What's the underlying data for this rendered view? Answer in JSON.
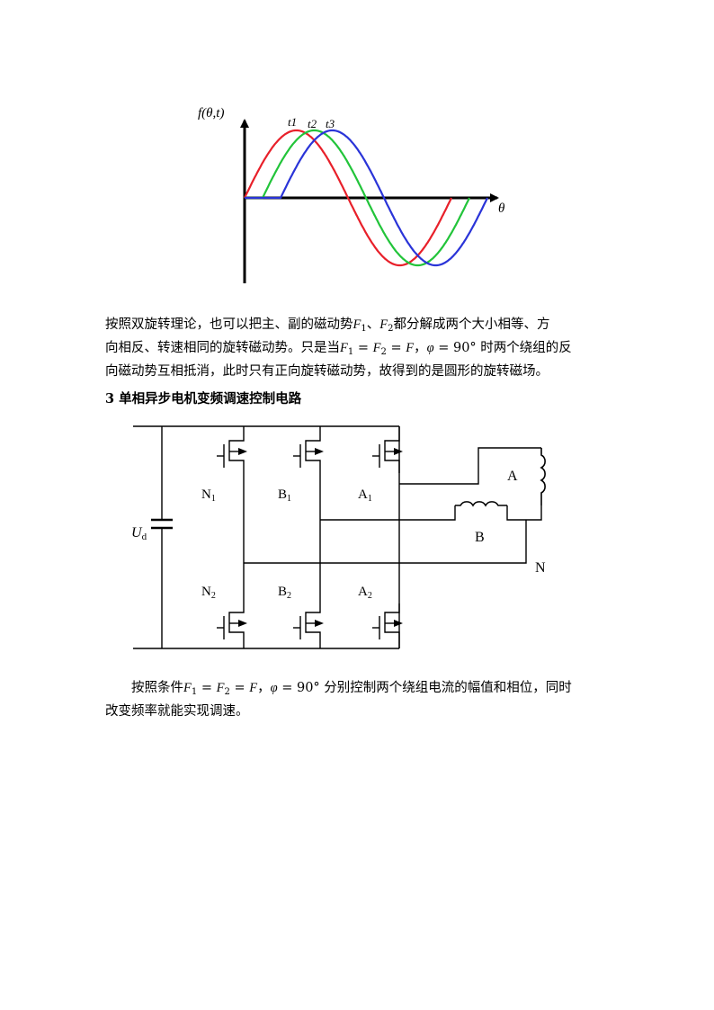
{
  "figure1": {
    "ylabel": "f(θ,t)",
    "xlabel": "θ",
    "labels": [
      "t1",
      "t2",
      "t3"
    ],
    "colors": [
      "#e8202a",
      "#22c43a",
      "#2a34d8"
    ]
  },
  "para1": {
    "line1_a": "按照双旋转理论，也可以把主、副的磁动势",
    "F1": "F",
    "F1_sub": "1",
    "sep": "、",
    "F2": "F",
    "F2_sub": "2",
    "line1_b": "都分解成两个大小相等、方",
    "line2": "向相反、转速相同的旋转磁动势。只是当",
    "cond_F1": "F",
    "cond_F1_sub": "1",
    "eq1": " = ",
    "cond_F2": "F",
    "cond_F2_sub": "2",
    "eq2": " = ",
    "cond_F": "F",
    "comma": "，",
    "phi": "φ",
    "phi_eq": " = 90° ",
    "line2_b": "时两个绕组的反",
    "line3": "向磁动势互相抵消，此时只有正向旋转磁动势，故得到的是圆形的旋转磁场。"
  },
  "heading": "3 单相异步电机变频调速控制电路",
  "circuit": {
    "Ud": "U",
    "Ud_sub": "d",
    "N1": "N",
    "N1_sub": "1",
    "B1": "B",
    "B1_sub": "1",
    "A1": "A",
    "A1_sub": "1",
    "N2": "N",
    "N2_sub": "2",
    "B2": "B",
    "B2_sub": "2",
    "A2": "A",
    "A2_sub": "2",
    "A": "A",
    "B": "B",
    "N": "N"
  },
  "para2": {
    "line1_a": "按照条件",
    "F1": "F",
    "F1_sub": "1",
    "eq1": " = ",
    "F2": "F",
    "F2_sub": "2",
    "eq2": " = ",
    "F": "F",
    "comma": "，",
    "phi": "φ",
    "phi_eq": " = 90° ",
    "line1_b": "分别控制两个绕组电流的幅值和相位，同时",
    "line2": "改变频率就能实现调速。"
  }
}
